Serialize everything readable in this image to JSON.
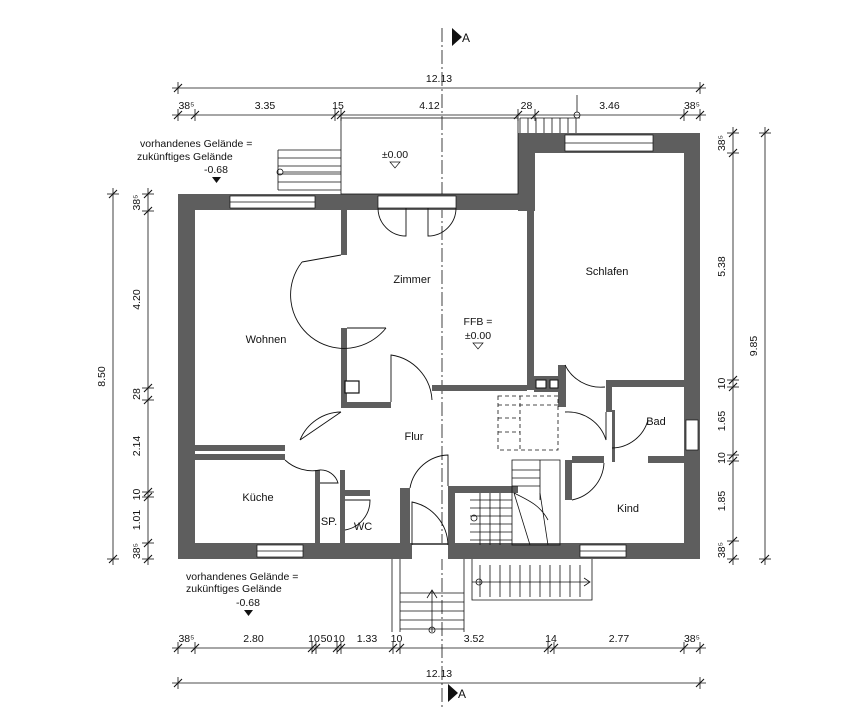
{
  "section_marker": {
    "label": "A"
  },
  "dimensions": {
    "top_total": "12.13",
    "top_segments": [
      "38⁵",
      "3.35",
      "15",
      "4.12",
      "28",
      "3.46",
      "38⁵"
    ],
    "bottom_segments": [
      "38⁵",
      "2.80",
      "10",
      "50",
      "10",
      "1.33",
      "10",
      "3.52",
      "14",
      "2.77",
      "38⁵"
    ],
    "bottom_total": "12.13",
    "left_segments": [
      "38⁵",
      "4.20",
      "28",
      "2.14",
      "10",
      "1.01",
      "38⁵"
    ],
    "left_total": "8.50",
    "right_segments": [
      "38⁵",
      "5.38",
      "10",
      "1.65",
      "10",
      "1.85",
      "38⁵"
    ],
    "right_total": "9.85"
  },
  "terrain_top": {
    "line1": "vorhandenes Gelände =",
    "line2": "zukünftiges Gelände",
    "line3": "-0.68"
  },
  "terrain_bottom": {
    "line1": "vorhandenes Gelände =",
    "line2": "zukünftiges Gelände",
    "line3": "-0.68"
  },
  "terrace_level": "±0.00",
  "ffb": {
    "line1": "FFB =",
    "line2": "±0.00"
  },
  "rooms": {
    "wohnen": "Wohnen",
    "zimmer": "Zimmer",
    "schlafen": "Schlafen",
    "flur": "Flur",
    "bad": "Bad",
    "kueche": "Küche",
    "sp": "SP.",
    "wc": "WC",
    "kind": "Kind"
  }
}
